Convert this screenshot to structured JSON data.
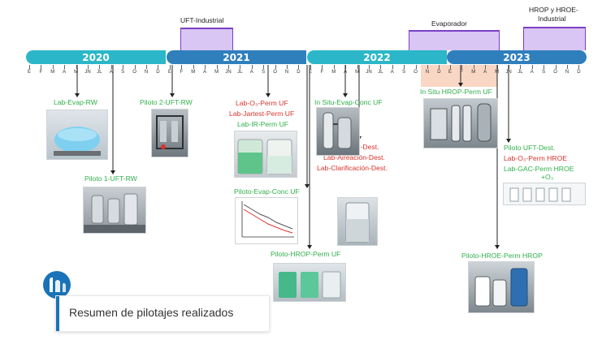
{
  "timeline": {
    "years": [
      "2020",
      "2021",
      "2022",
      "2023"
    ],
    "months_2020": [
      "E",
      "F",
      "M",
      "A",
      "M",
      "JN",
      "JL",
      "A",
      "S",
      "O",
      "N",
      "D"
    ],
    "months_2021": [
      "E",
      "F",
      "M",
      "A",
      "M",
      "JN",
      "JL",
      "A",
      "S",
      "O",
      "N",
      "D"
    ],
    "months_2022": [
      "E",
      "F",
      "M",
      "A",
      "M",
      "JN",
      "JL",
      "A",
      "S",
      "O",
      "N",
      "D"
    ],
    "months_2023": [
      "E",
      "F",
      "M",
      "A",
      "M",
      "JN",
      "JL",
      "A",
      "S",
      "O",
      "N",
      "D"
    ]
  },
  "bands": {
    "uft_industrial": "UFT-Industrial",
    "evaporador": "Evaporador",
    "hrop_hroe_line1": "HROP y HROE-",
    "hrop_hroe_line2": "Industrial"
  },
  "labels": {
    "lab_evap_rw": "Lab-Evap-RW",
    "piloto_1_uft_rw": "Piloto 1-UFT-RW",
    "piloto_2_uft_rw": "Piloto 2-UFT-RW",
    "lab_o3_perm_uf": "Lab-O₃-Perm UF",
    "lab_jartest_perm_uf": "Lab-Jartest-Perm UF",
    "lab_ir_perm_uf": "Lab-IR-Perm UF",
    "piloto_evap_conc_uf": "Piloto-Evap-Conc UF",
    "piloto_hrop_perm_uf": "Piloto-HROP-Perm UF",
    "in_situ_evap_conc_uf": "In Situ-Evap-Conc UF",
    "lab_ox_dest": "Lab-OX-Dest.",
    "lab_aireacion_dest": "Lab-Aireación-Dest.",
    "lab_clarificacion_dest": "Lab-Clarificación-Dest.",
    "in_situ_hrop_perm_uf": "In Situ HROP-Perm UF",
    "piloto_uft_dest": "Piloto UFT-Dest.",
    "lab_o3_perm_hroe": "Lab-O₃-Perm HROE",
    "lab_gac_perm_hroe_line1": "Lab-GAC-Perm HROE",
    "lab_gac_perm_hroe_line2": "+O₃",
    "piloto_hroe_perm_hrop": "Piloto-HROE-Perm HROP"
  },
  "caption": "Resumen de pilotajes realizados",
  "colors": {
    "year_teal": "#2bb7c9",
    "year_blue": "#2f7fbd",
    "band_purple": "#d9c6f4",
    "band_purple_border": "#7b3fc4",
    "green_text": "#2fb04a",
    "red_text": "#d8342c",
    "caption_accent": "#1a73b8"
  }
}
